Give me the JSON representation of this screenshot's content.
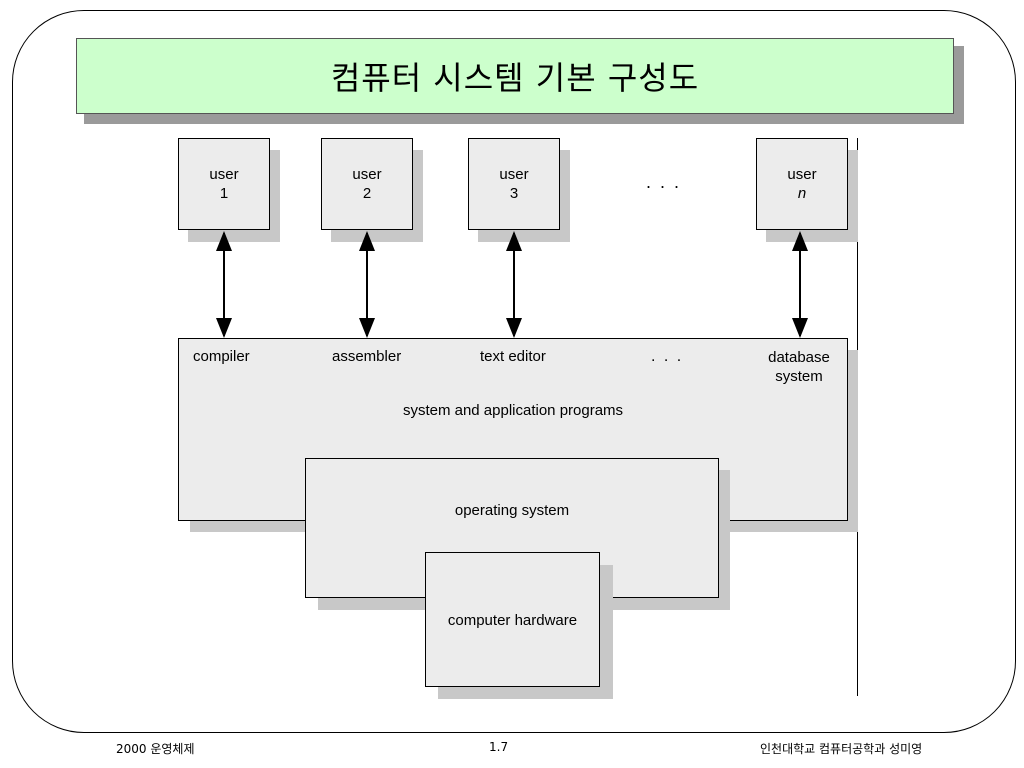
{
  "slide": {
    "title": "컴퓨터 시스템 기본 구성도"
  },
  "users": [
    {
      "label": "user",
      "number": "1",
      "italic": false
    },
    {
      "label": "user",
      "number": "2",
      "italic": false
    },
    {
      "label": "user",
      "number": "3",
      "italic": false
    },
    {
      "label": "user",
      "number": "n",
      "italic": true
    }
  ],
  "user_ellipsis": ". . .",
  "programs": {
    "items": [
      "compiler",
      "assembler",
      "text editor",
      ". . .",
      "database\nsystem"
    ],
    "caption": "system and application programs"
  },
  "os": {
    "label": "operating system"
  },
  "hardware": {
    "label": "computer hardware"
  },
  "footer": {
    "left": "2000 운영체제",
    "center": "1.7",
    "right": "인천대학교 컴퓨터공학과 성미영"
  }
}
